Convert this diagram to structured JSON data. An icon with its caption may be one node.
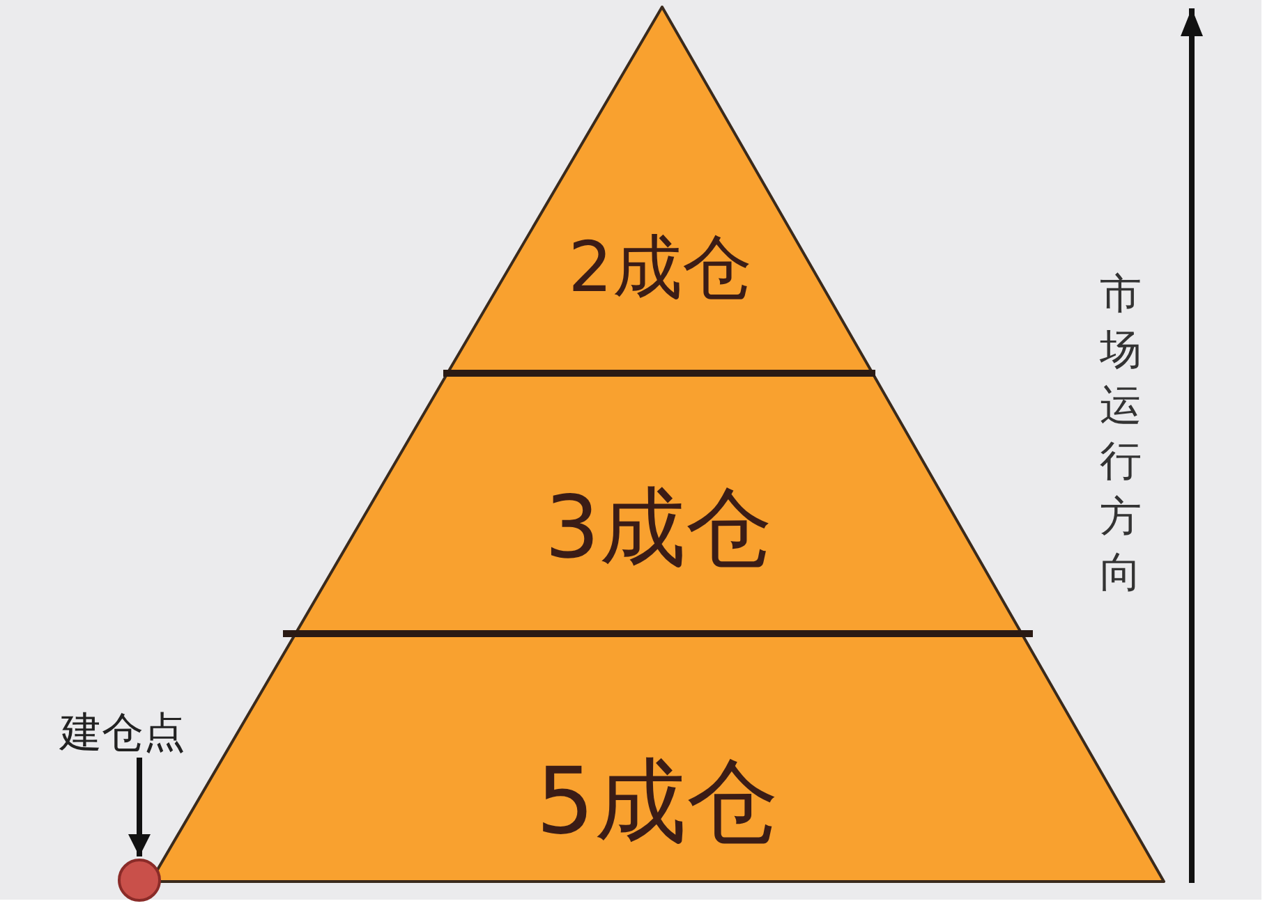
{
  "diagram": {
    "nodes": [
      {
        "text": [
          "2成仓"
        ]
      },
      {
        "text": [
          "3成仓"
        ]
      },
      {
        "text": [
          "5成仓"
        ]
      },
      {
        "text": [
          "建仓点"
        ]
      },
      {
        "text": [],
        "shape": "circle"
      }
    ],
    "edges": [
      {
        "from": 3,
        "to": 4,
        "arrow": "to"
      }
    ],
    "labels": [
      "市场运行方向"
    ]
  }
}
